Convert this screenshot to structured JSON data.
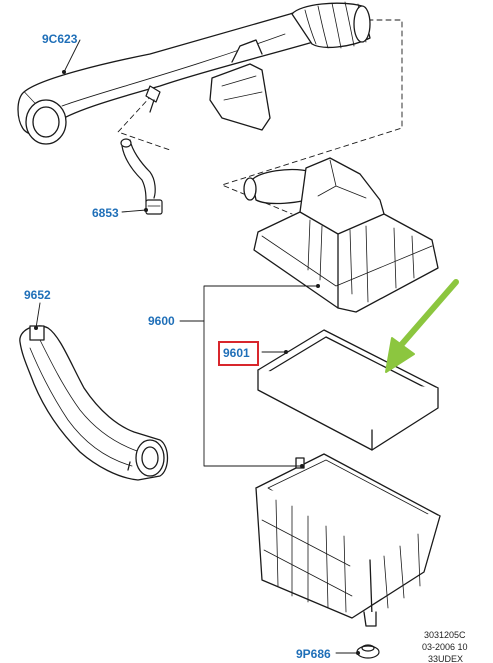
{
  "callouts": {
    "c9C623": "9C623",
    "c6853": "6853",
    "c9652": "9652",
    "c9600": "9600",
    "c9601": "9601",
    "c9P686": "9P686"
  },
  "footer": {
    "line1": "3031205C",
    "line2": "03-2006 10",
    "line3": "33UDEX"
  },
  "colors": {
    "callout_text": "#1f6fb8",
    "highlight_box": "#d8262c",
    "arrow": "#8cc63f",
    "line_art": "#1a1a1a"
  }
}
